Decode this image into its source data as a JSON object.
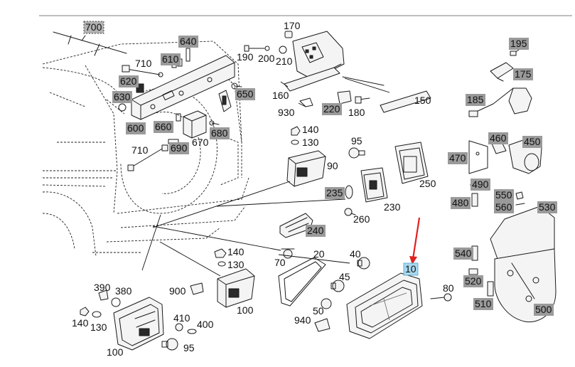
{
  "diagram": {
    "highlight_color": "#9a9a9a",
    "selected_color": "#a8d8f0",
    "arrow_color": "#e02020",
    "selected_part": "10",
    "parts": [
      {
        "id": "p700",
        "label": "700",
        "highlight": "gray"
      },
      {
        "id": "p640",
        "label": "640",
        "highlight": "gray"
      },
      {
        "id": "p170",
        "label": "170",
        "highlight": "none"
      },
      {
        "id": "p190",
        "label": "190",
        "highlight": "none"
      },
      {
        "id": "p200",
        "label": "200",
        "highlight": "none"
      },
      {
        "id": "p210",
        "label": "210",
        "highlight": "none"
      },
      {
        "id": "p710a",
        "label": "710",
        "highlight": "none"
      },
      {
        "id": "p610",
        "label": "610",
        "highlight": "gray"
      },
      {
        "id": "p620",
        "label": "620",
        "highlight": "gray"
      },
      {
        "id": "p630",
        "label": "630",
        "highlight": "gray"
      },
      {
        "id": "p650",
        "label": "650",
        "highlight": "gray"
      },
      {
        "id": "p160",
        "label": "160",
        "highlight": "none"
      },
      {
        "id": "p150",
        "label": "150",
        "highlight": "none"
      },
      {
        "id": "p930",
        "label": "930",
        "highlight": "none"
      },
      {
        "id": "p220",
        "label": "220",
        "highlight": "gray"
      },
      {
        "id": "p180",
        "label": "180",
        "highlight": "none"
      },
      {
        "id": "p600",
        "label": "600",
        "highlight": "gray"
      },
      {
        "id": "p660",
        "label": "660",
        "highlight": "gray"
      },
      {
        "id": "p680",
        "label": "680",
        "highlight": "gray"
      },
      {
        "id": "p670",
        "label": "670",
        "highlight": "none"
      },
      {
        "id": "p690",
        "label": "690",
        "highlight": "gray"
      },
      {
        "id": "p710b",
        "label": "710",
        "highlight": "none"
      },
      {
        "id": "p140a",
        "label": "140",
        "highlight": "none"
      },
      {
        "id": "p130a",
        "label": "130",
        "highlight": "none"
      },
      {
        "id": "p95a",
        "label": "95",
        "highlight": "none"
      },
      {
        "id": "p90",
        "label": "90",
        "highlight": "none"
      },
      {
        "id": "p235",
        "label": "235",
        "highlight": "gray"
      },
      {
        "id": "p230",
        "label": "230",
        "highlight": "none"
      },
      {
        "id": "p250",
        "label": "250",
        "highlight": "none"
      },
      {
        "id": "p260",
        "label": "260",
        "highlight": "none"
      },
      {
        "id": "p240",
        "label": "240",
        "highlight": "gray"
      },
      {
        "id": "p195",
        "label": "195",
        "highlight": "gray"
      },
      {
        "id": "p175",
        "label": "175",
        "highlight": "gray"
      },
      {
        "id": "p185",
        "label": "185",
        "highlight": "gray"
      },
      {
        "id": "p460",
        "label": "460",
        "highlight": "gray"
      },
      {
        "id": "p450",
        "label": "450",
        "highlight": "gray"
      },
      {
        "id": "p470",
        "label": "470",
        "highlight": "gray"
      },
      {
        "id": "p490",
        "label": "490",
        "highlight": "gray"
      },
      {
        "id": "p480",
        "label": "480",
        "highlight": "gray"
      },
      {
        "id": "p550",
        "label": "550",
        "highlight": "gray"
      },
      {
        "id": "p560",
        "label": "560",
        "highlight": "gray"
      },
      {
        "id": "p530",
        "label": "530",
        "highlight": "gray"
      },
      {
        "id": "p540",
        "label": "540",
        "highlight": "gray"
      },
      {
        "id": "p520",
        "label": "520",
        "highlight": "gray"
      },
      {
        "id": "p510",
        "label": "510",
        "highlight": "gray"
      },
      {
        "id": "p500",
        "label": "500",
        "highlight": "gray"
      },
      {
        "id": "p140b",
        "label": "140",
        "highlight": "none"
      },
      {
        "id": "p130b",
        "label": "130",
        "highlight": "none"
      },
      {
        "id": "p70",
        "label": "70",
        "highlight": "none"
      },
      {
        "id": "p20",
        "label": "20",
        "highlight": "none"
      },
      {
        "id": "p40",
        "label": "40",
        "highlight": "none"
      },
      {
        "id": "p10",
        "label": "10",
        "highlight": "blue"
      },
      {
        "id": "p45",
        "label": "45",
        "highlight": "none"
      },
      {
        "id": "p80",
        "label": "80",
        "highlight": "none"
      },
      {
        "id": "p50",
        "label": "50",
        "highlight": "none"
      },
      {
        "id": "p940",
        "label": "940",
        "highlight": "none"
      },
      {
        "id": "p380",
        "label": "380",
        "highlight": "none"
      },
      {
        "id": "p390",
        "label": "390",
        "highlight": "none"
      },
      {
        "id": "p900",
        "label": "900",
        "highlight": "none"
      },
      {
        "id": "p100a",
        "label": "100",
        "highlight": "none"
      },
      {
        "id": "p140c",
        "label": "140",
        "highlight": "none"
      },
      {
        "id": "p130c",
        "label": "130",
        "highlight": "none"
      },
      {
        "id": "p410",
        "label": "410",
        "highlight": "none"
      },
      {
        "id": "p400",
        "label": "400",
        "highlight": "none"
      },
      {
        "id": "p95b",
        "label": "95",
        "highlight": "none"
      },
      {
        "id": "p100b",
        "label": "100",
        "highlight": "none"
      }
    ]
  }
}
